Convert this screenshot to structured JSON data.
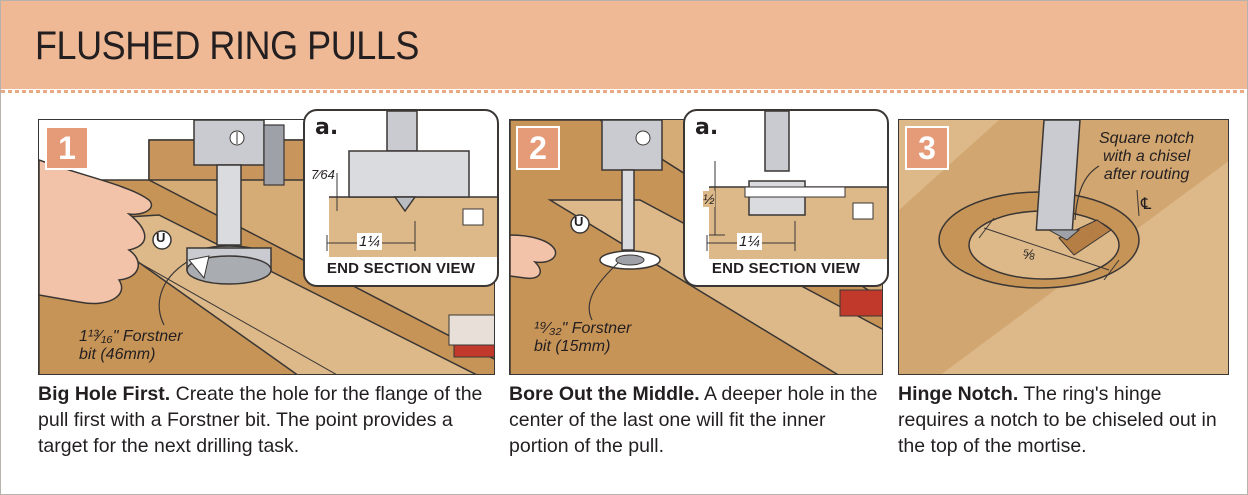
{
  "header": {
    "title": "FLUSHED RING PULLS"
  },
  "steps": [
    {
      "number": "1",
      "inset_letter": "a.",
      "inset_caption": "END SECTION VIEW",
      "inset_dim_depth": "7⁄64",
      "inset_dim_width": "1¼",
      "callout_line1": "1¹³⁄₁₆\" Forstner",
      "callout_line2": "bit (46mm)",
      "heading": "Big Hole First.",
      "text": "Create the hole for the flange of the pull first with a Forstner bit. The point provides a target for the next drilling task."
    },
    {
      "number": "2",
      "inset_letter": "a.",
      "inset_caption": "END SECTION VIEW",
      "inset_dim_depth": "½",
      "inset_dim_width": "1¼",
      "callout_line1": "¹⁹⁄₃₂\" Forstner",
      "callout_line2": "bit (15mm)",
      "heading": "Bore Out the Middle.",
      "text": "A deeper hole in the center of the last one will fit the inner portion of the pull."
    },
    {
      "number": "3",
      "callout_line1": "Square notch",
      "callout_line2": "with a chisel",
      "callout_line3": "after routing",
      "centerline": "℄",
      "dim": "⅝",
      "heading": "Hinge Notch.",
      "text": "The ring's hinge requires a notch to be chiseled out in the top of the mortise."
    }
  ],
  "marks": {
    "u_symbol": "U"
  },
  "colors": {
    "banner": "#f0b995",
    "badge": "#e59a78",
    "wood": "#c59a62",
    "wood_light": "#ddb98a"
  }
}
